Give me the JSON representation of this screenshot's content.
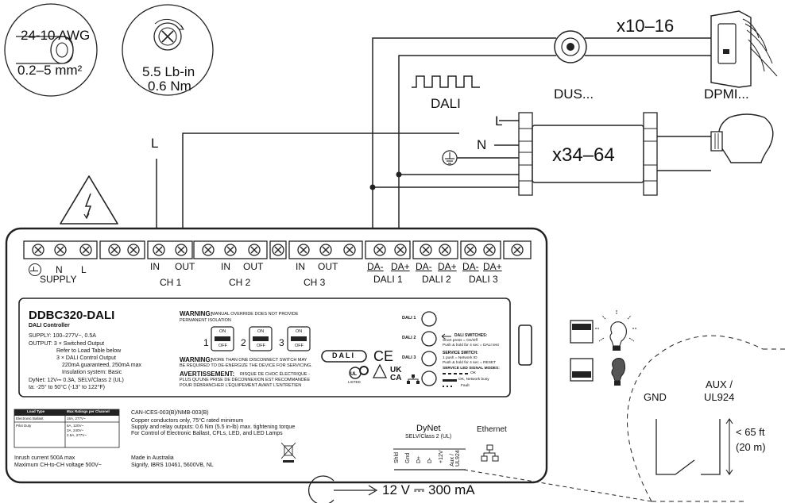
{
  "wire_gauge": {
    "awg": "24-10 AWG",
    "mm": "0.2–5 mm²"
  },
  "torque": {
    "lbin": "5.5 Lb-in",
    "nm": "0.6 Nm"
  },
  "top": {
    "x_dus": "x10–16",
    "dali": "DALI",
    "dus": "DUS...",
    "dpmi": "DPMI...",
    "L": "L",
    "N": "N",
    "x_lamps": "x34–64",
    "supply_L": "L"
  },
  "terminals": {
    "supply_N": "N",
    "supply_L": "L",
    "supply": "SUPPLY",
    "channels": [
      {
        "in": "IN",
        "out": "OUT",
        "label": "CH 1"
      },
      {
        "in": "IN",
        "out": "OUT",
        "label": "CH 2"
      },
      {
        "in": "IN",
        "out": "OUT",
        "label": "CH 3"
      }
    ],
    "dali": [
      {
        "minus": "DA-",
        "plus": "DA+",
        "label": "DALI 1"
      },
      {
        "minus": "DA-",
        "plus": "DA+",
        "label": "DALI 2"
      },
      {
        "minus": "DA-",
        "plus": "DA+",
        "label": "DALI 3"
      }
    ]
  },
  "label": {
    "model": "DDBC320-DALI",
    "subtitle": "DALI Controller",
    "supply": "SUPPLY: 100–277V~, 0.5A",
    "output": "OUTPUT: 3 × Switched Output",
    "output2": "Refer to Load Table below",
    "output3": "3 × DALI Control Output",
    "output4": "220mA guaranteed, 250mA max",
    "output5": "Insulation system: Basic",
    "dynet": "DyNet:    12V⎓ 0.3A, SELV/Class 2 (UL)",
    "ta": "ta:          -25° to 50°C (-13° to 122°F)",
    "warn1_title": "WARNING:",
    "warn1_text": "MANUAL OVERRIDE DOES NOT PROVIDE",
    "warn1_text2": "PERMANENT ISOLATION",
    "switches": [
      {
        "num": "1",
        "on": "ON",
        "off": "OFF"
      },
      {
        "num": "2",
        "on": "ON",
        "off": "OFF"
      },
      {
        "num": "3",
        "on": "ON",
        "off": "OFF"
      }
    ],
    "warn2_title": "WARNING:",
    "warn2_text": "MORE THAN ONE DISCONNECT SWITCH MAY",
    "warn2_text2": "BE REQUIRED TO DE-ENERGIZE THE DEVICE FOR SERVICING.",
    "avert_title": "AVERTISSEMENT:",
    "avert_text": "RISQUE DE CHOC ÉLECTRIQUE -",
    "avert_text2": "PLUS QU'UNE PRISE DE DÉCONNEXION EST RECOMMANDÉE",
    "avert_text3": "POUR DÉBRANCHER L'ÉQUIPEMENT AVANT L'ENTRETIEN",
    "dali_logo": "DALI",
    "ce": "CE",
    "ukca1": "UK",
    "ukca2": "CA",
    "listed": "LISTED",
    "dali_leds": [
      "DALI 1",
      "DALI 2",
      "DALI 3"
    ],
    "dali_switches_title": "DALI SWITCHES:",
    "dali_switches_1": "Short press = On/Off",
    "dali_switches_2": "Push & hold for 4 sec = DALI test",
    "service_title": "SERVICE SWITCH:",
    "service_1": "1 push = Network ID",
    "service_2": "Push & hold for 4 sec = RESET",
    "led_modes_title": "SERVICE LED SIGNAL MODES:",
    "led_ok": "OK",
    "led_busy": "OK, Network busy",
    "led_fault": "Fault"
  },
  "bottom": {
    "table_head": [
      "Load Type",
      "Max Ratings per Channel"
    ],
    "table_rows": [
      [
        "Electronic Ballast",
        "16A, 277V~"
      ],
      [
        "Pilot Duty",
        "6A, 120V~"
      ],
      [
        "",
        "3A, 240V~"
      ],
      [
        "",
        "2.5A, 277V~"
      ]
    ],
    "inrush": "Inrush current 500A max",
    "maxv": "Maximum CH-to-CH voltage 500V~",
    "cert": "CAN-ICES-003(B)/NMB-003(B)",
    "copper": "Copper conductors only, 75°C rated minimum",
    "torque_note": "Supply and relay outputs: 0.6 Nm (5.5 in-lb) max. tightening torque",
    "control": "For Control of Electronic Ballast, CFLs, LED, and LED Lamps",
    "made": "Made in Australia",
    "signify": "Signify, IBRS 10461, 5600VB, NL",
    "dynet_title": "DyNet",
    "dynet_sub": "SELV/Class 2 (UL)",
    "dynet_pins": [
      "Shld",
      "Gnd",
      "D+",
      "D-",
      "+12V",
      "Aux / UL924"
    ],
    "ethernet": "Ethernet"
  },
  "right": {
    "gnd": "GND",
    "aux1": "AUX /",
    "aux2": "UL924",
    "dist1": "< 65 ft",
    "dist2": "(20 m)"
  },
  "power_out": "12 V ⎓ 300 mA"
}
